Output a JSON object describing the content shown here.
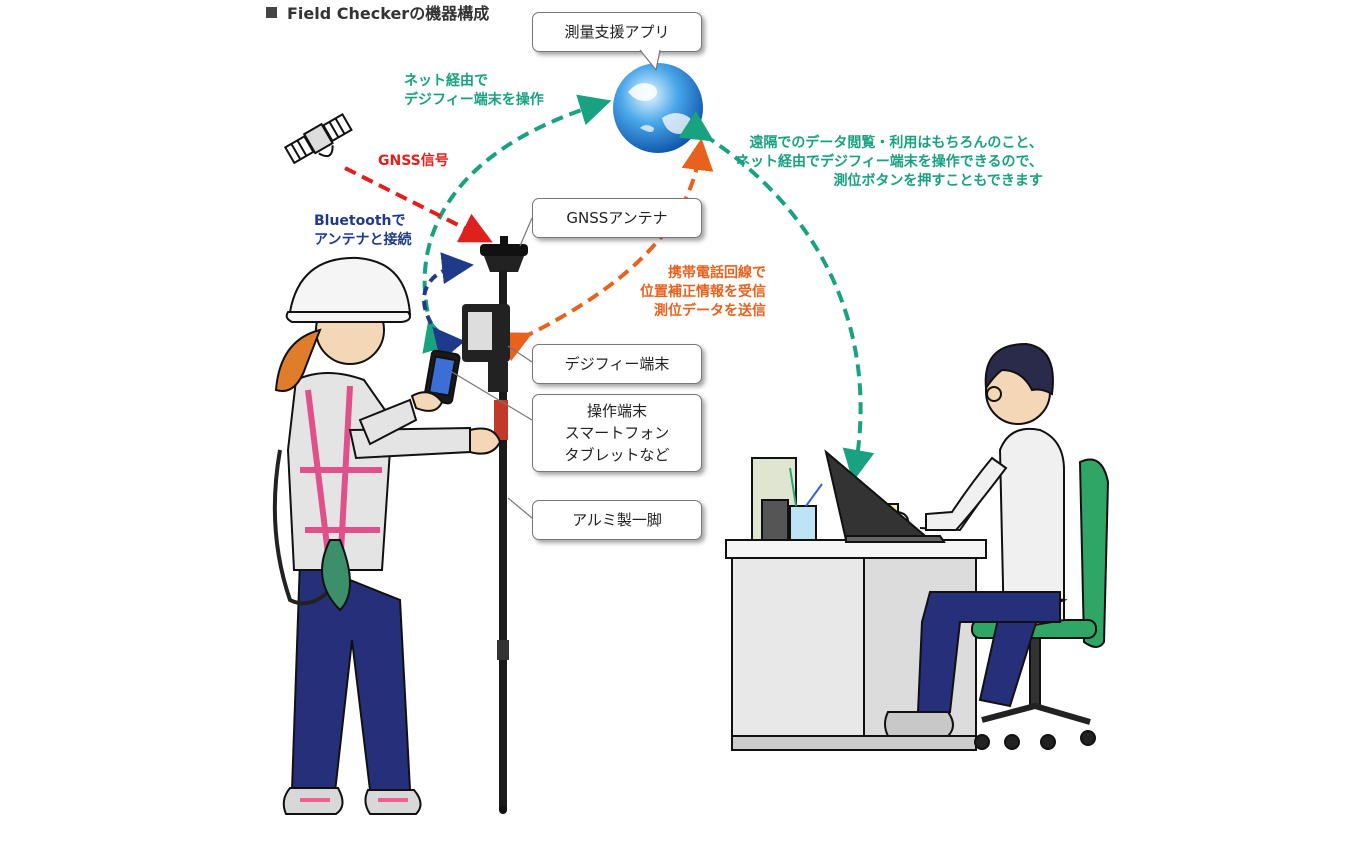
{
  "title": "Field Checkerの機器構成",
  "callouts": {
    "app": "測量支援アプリ",
    "gnss_antenna": "GNSSアンテナ",
    "digifi_terminal": "デジフィー端末",
    "operation_terminal": "操作端末\nスマートフォン\nタブレットなど",
    "monopod": "アルミ製一脚"
  },
  "notes": {
    "net_operation": "ネット経由で\nデジフィー端末を操作",
    "gnss_signal": "GNSS信号",
    "bluetooth": "Bluetoothで\nアンテナと接続",
    "mobile_line": "携帯電話回線で\n位置補正情報を受信\n測位データを送信",
    "remote": "遠隔でのデータ閲覧・利用はもちろんのこと、\nネット経由でデジフィー端末を操作できるので、\n測位ボタンを押すこともできます"
  },
  "colors": {
    "green": "#18a27f",
    "red": "#e0201c",
    "navy": "#1f3a8a",
    "orange": "#e8621e"
  },
  "icons": [
    "satellite-icon",
    "globe-icon",
    "field-worker",
    "office-worker",
    "desk",
    "office-chair",
    "laptop",
    "smartphone",
    "gnss-antenna"
  ]
}
